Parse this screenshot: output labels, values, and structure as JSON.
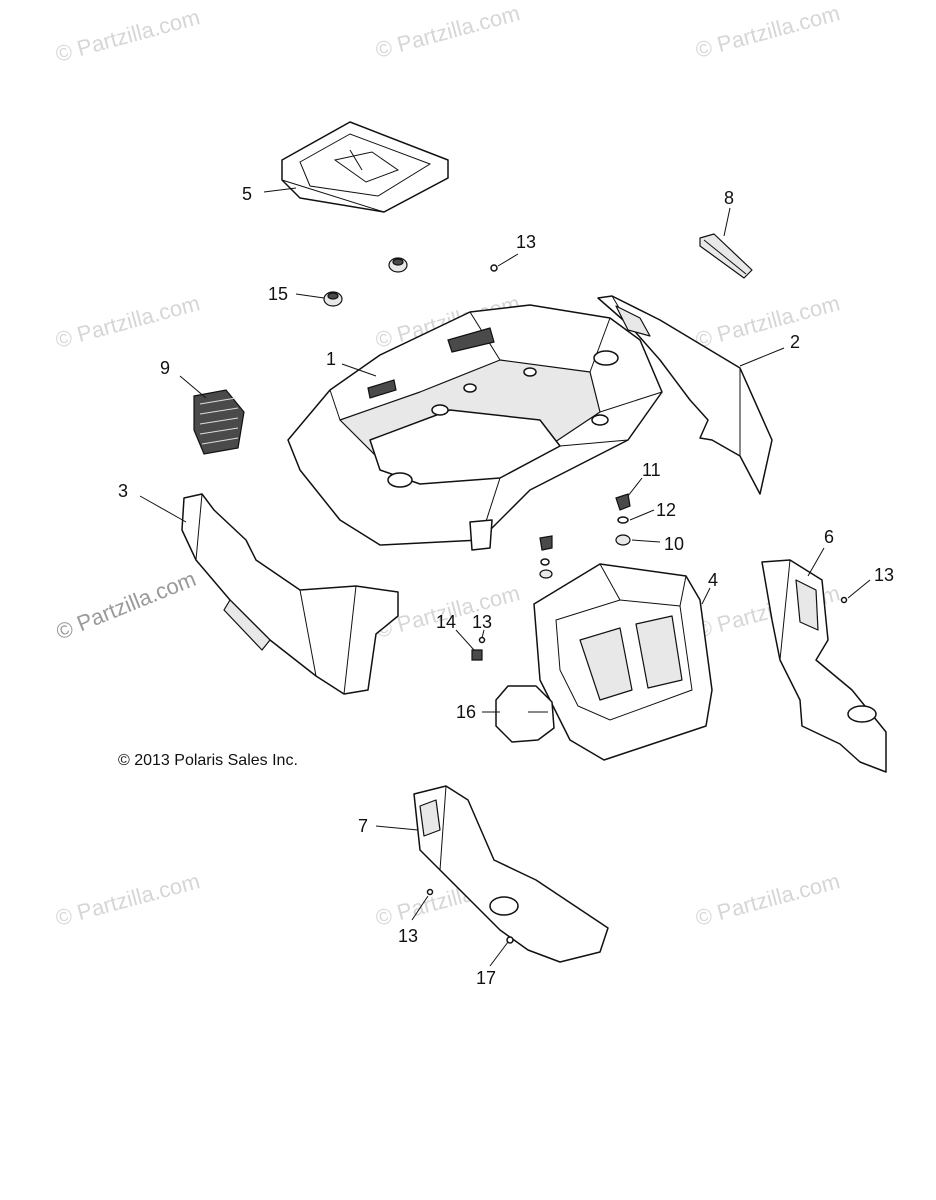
{
  "watermark": "© Partzilla.com",
  "copyright": "© 2013 Polaris Sales Inc.",
  "callouts": {
    "c1": "1",
    "c2": "2",
    "c3": "3",
    "c4": "4",
    "c5": "5",
    "c6": "6",
    "c7": "7",
    "c8": "8",
    "c9": "9",
    "c10": "10",
    "c11": "11",
    "c12": "12",
    "c13a": "13",
    "c13b": "13",
    "c13c": "13",
    "c13d": "13",
    "c14": "14",
    "c15": "15",
    "c16": "16",
    "c17": "17"
  }
}
